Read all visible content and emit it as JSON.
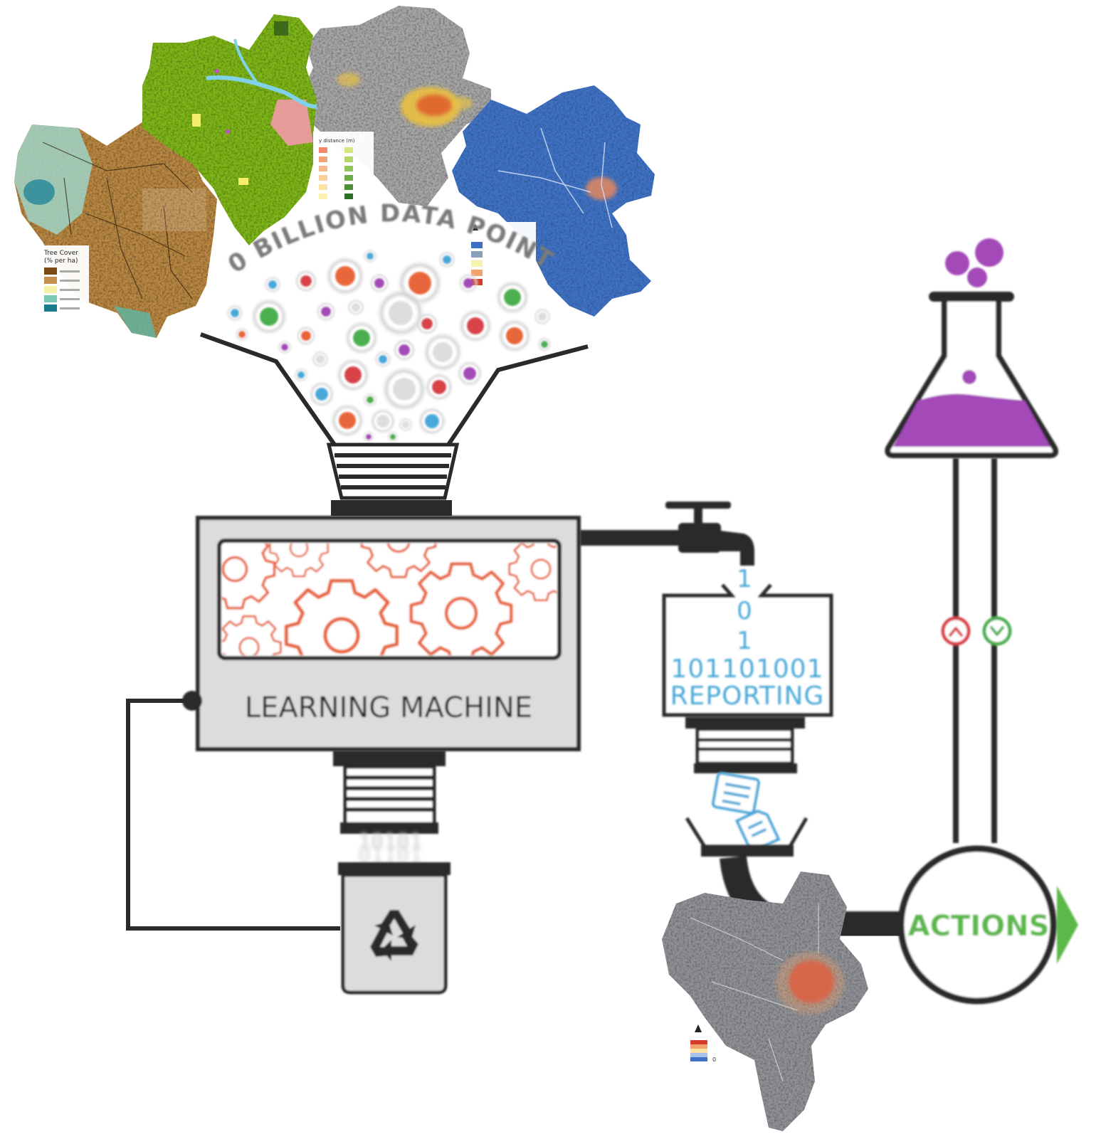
{
  "headline": "30 BILLION DATA POINTS",
  "machine": {
    "label": "LEARNING MACHINE"
  },
  "reporting": {
    "bits": [
      "1",
      "0",
      "1"
    ],
    "bitstring": "101101001",
    "label": "REPORTING"
  },
  "recycle_bits": [
    "10101",
    "01101"
  ],
  "actions": {
    "label": "ACTIONS"
  },
  "map_legends": {
    "tree_cover": {
      "title": "Tree Cover",
      "subtitle": "(% per ha)",
      "swatches": [
        "#7a4a14",
        "#c58f4c",
        "#f5f0a8",
        "#7dc7b5",
        "#1d7a8a"
      ]
    },
    "proximity": {
      "title": "y distance (m)",
      "swatches": [
        "#f08a6a",
        "#f3a27c",
        "#f7b98e",
        "#fbcf9c",
        "#fde2a6",
        "#fff2ae",
        "#d6e685",
        "#b4d76a",
        "#92c65a",
        "#6eaa46",
        "#4e8f37",
        "#2f7028"
      ]
    },
    "network": {
      "swatches": [
        "#3d6fc2",
        "#8aa0ba",
        "#f6f2b0",
        "#f2a26b",
        "#d63a2a"
      ]
    },
    "bottom": {
      "scale_tick": "0"
    }
  },
  "colors": {
    "dark": "#2a2a2a",
    "machine_fill": "#dcdcdc",
    "gear": "#e8663a",
    "reporting_blue": "#4aa8d8",
    "flask_purple": "#a349b8",
    "up_red": "#d8434a",
    "down_green": "#4caf50",
    "actions_green": "#5cb84a",
    "map_blue": "#3f72c4",
    "map_green": "#7eb518",
    "map_grey": "#a3a3a3",
    "map_brown": "#b98742"
  },
  "icons": [
    "recycle-icon",
    "faucet-icon",
    "flask-icon",
    "up-arrow-icon",
    "down-arrow-icon",
    "document-icon",
    "north-arrow-icon"
  ]
}
